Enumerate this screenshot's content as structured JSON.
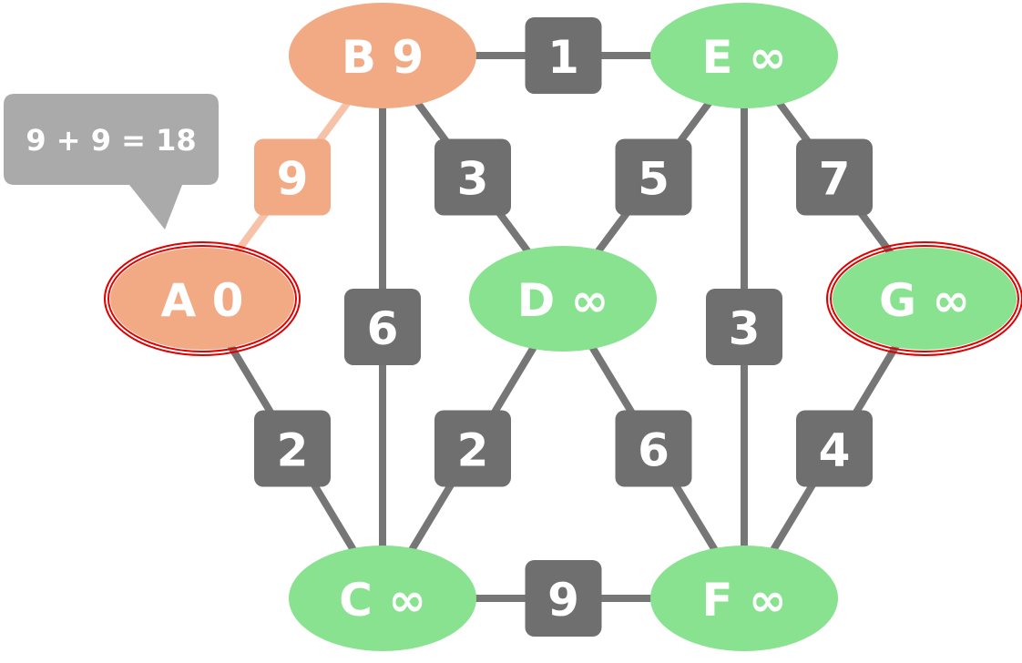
{
  "colors": {
    "visited_node": "#f2aa85",
    "unvisited_node": "#88e290",
    "edge": "#767676",
    "active_edge": "#f7c3a8",
    "weight_box": "#6f6f6f",
    "active_weight_box": "#f2aa85",
    "highlight_ring": "#e00000",
    "callout": "#aaaaaa",
    "text": "#ffffff"
  },
  "callout": {
    "text": "9 + 9 = 18"
  },
  "nodes": [
    {
      "id": "A",
      "label": "A 0",
      "state": "visited",
      "highlight": true
    },
    {
      "id": "B",
      "label": "B 9",
      "state": "visited",
      "highlight": false
    },
    {
      "id": "C",
      "label": "C ∞",
      "state": "unvisited",
      "highlight": false
    },
    {
      "id": "D",
      "label": "D ∞",
      "state": "unvisited",
      "highlight": false
    },
    {
      "id": "E",
      "label": "E ∞",
      "state": "unvisited",
      "highlight": false
    },
    {
      "id": "F",
      "label": "F ∞",
      "state": "unvisited",
      "highlight": false
    },
    {
      "id": "G",
      "label": "G ∞",
      "state": "unvisited",
      "highlight": true
    }
  ],
  "edges": [
    {
      "from": "A",
      "to": "B",
      "weight": "9",
      "active": true
    },
    {
      "from": "A",
      "to": "C",
      "weight": "2",
      "active": false
    },
    {
      "from": "B",
      "to": "C",
      "weight": "6",
      "active": false
    },
    {
      "from": "B",
      "to": "D",
      "weight": "3",
      "active": false
    },
    {
      "from": "B",
      "to": "E",
      "weight": "1",
      "active": false
    },
    {
      "from": "C",
      "to": "D",
      "weight": "2",
      "active": false
    },
    {
      "from": "C",
      "to": "F",
      "weight": "9",
      "active": false
    },
    {
      "from": "D",
      "to": "E",
      "weight": "5",
      "active": false
    },
    {
      "from": "D",
      "to": "F",
      "weight": "6",
      "active": false
    },
    {
      "from": "E",
      "to": "F",
      "weight": "3",
      "active": false
    },
    {
      "from": "E",
      "to": "G",
      "weight": "7",
      "active": false
    },
    {
      "from": "F",
      "to": "G",
      "weight": "4",
      "active": false
    }
  ]
}
